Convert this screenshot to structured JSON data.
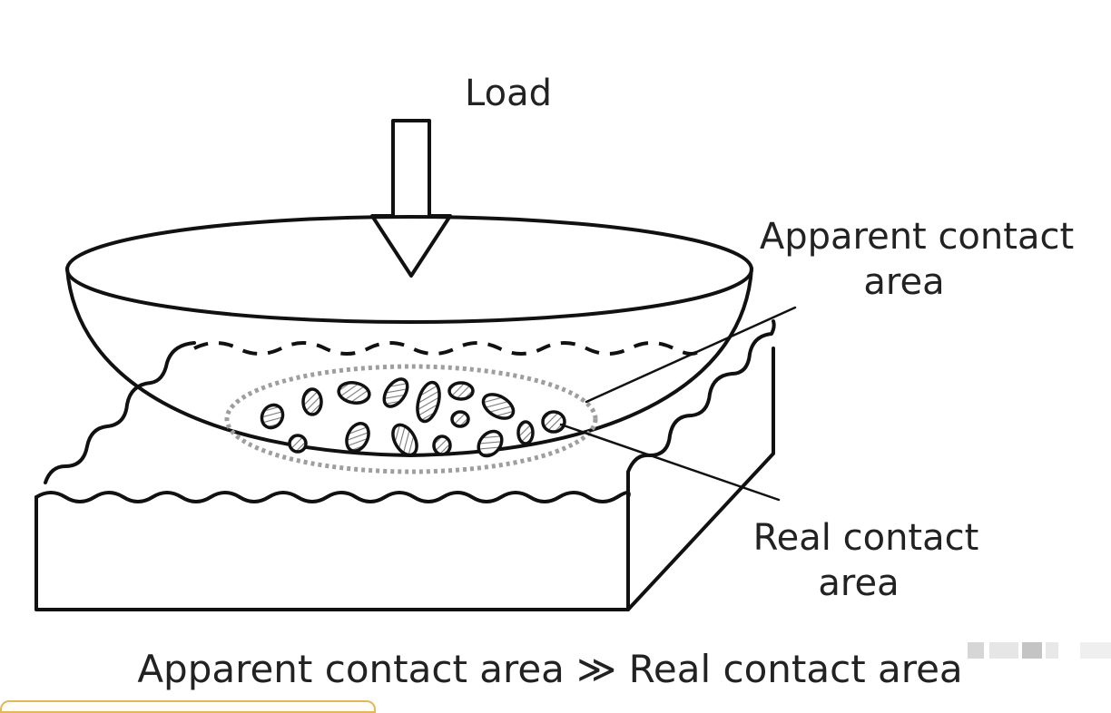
{
  "labels": {
    "load": "Load",
    "apparent_line1": "Apparent contact",
    "apparent_line2": "area",
    "real_line1": "Real contact",
    "real_line2": "area",
    "caption": "Apparent contact area ≫ Real contact area"
  },
  "colors": {
    "line": "#111111",
    "dotted_outline": "#9e9e9e",
    "text": "#222222"
  }
}
